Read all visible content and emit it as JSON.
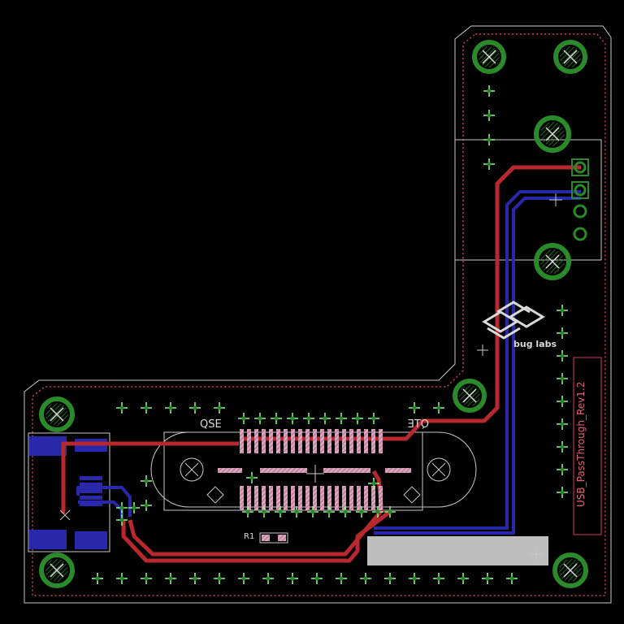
{
  "layout_name": "USB_PassThrough_Rev1.2",
  "logo": {
    "text": "bug labs"
  },
  "connector_labels": {
    "left": "QSE",
    "right": "QTE"
  },
  "resistor_label": "R1",
  "colors": {
    "background": "#000000",
    "board_outline": "#c8c8c8",
    "keepout": "#d04060",
    "top_copper": "#b8282e",
    "bottom_copper": "#2828a8",
    "pad": "#2a8a2a",
    "via_cross": "#8fff8f",
    "smd_pad": "#c89ab0",
    "silkscreen": "#e0e0e0",
    "selection": "#c8c8c8"
  },
  "icons": {
    "mounting_hole": "hatched-circle-icon",
    "via": "crosshair-icon",
    "logo": "bug-labs-logo-icon"
  }
}
